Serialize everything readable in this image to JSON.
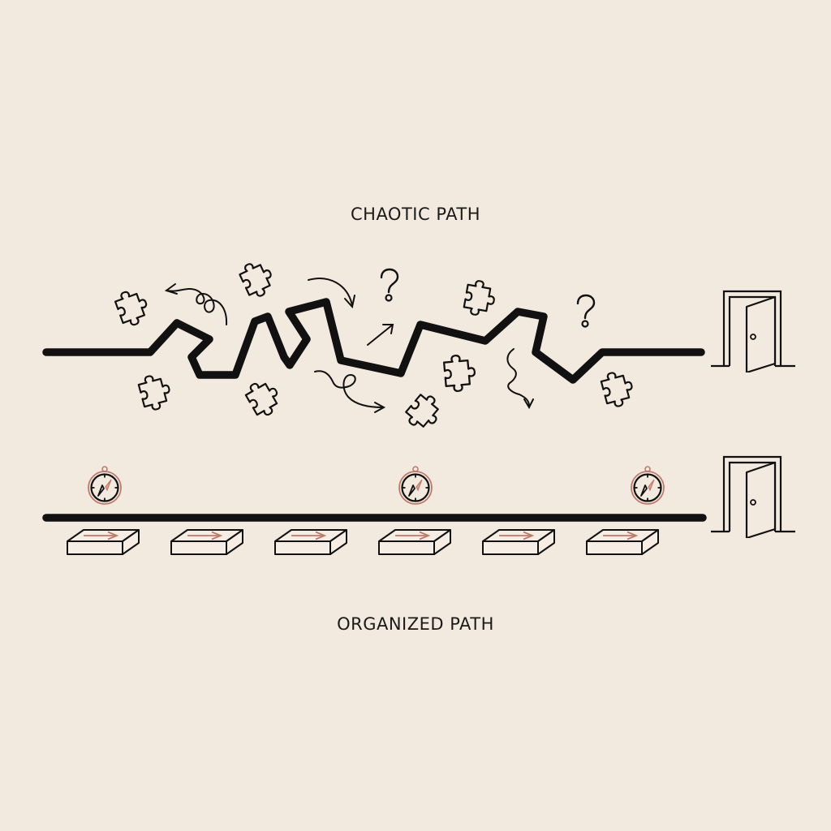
{
  "diagram": {
    "chaotic": {
      "title": "CHAOTIC PATH",
      "elements": [
        "winding-path",
        "puzzle-pieces",
        "question-marks",
        "squiggle-arrows",
        "door"
      ],
      "puzzle_piece_count": 8,
      "question_mark_count": 2,
      "arrow_count": 5
    },
    "organized": {
      "title": "ORGANIZED PATH",
      "elements": [
        "straight-path",
        "compasses",
        "stepping-stones",
        "door"
      ],
      "compass_count": 3,
      "stepping_stone_count": 6
    }
  },
  "colors": {
    "background": "#f3eadf",
    "ink": "#111111",
    "accent": "#c07a6c"
  }
}
